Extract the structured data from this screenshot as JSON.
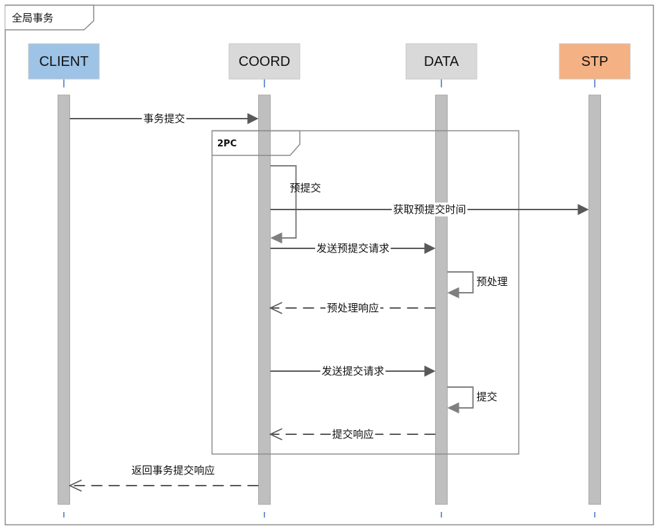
{
  "diagram": {
    "type": "sequence",
    "outer_frame": {
      "title": "全局事务"
    },
    "participants": [
      {
        "id": "client",
        "label": "CLIENT",
        "color": "#9dc3e6"
      },
      {
        "id": "coord",
        "label": "COORD",
        "color": "#d9d9d9"
      },
      {
        "id": "data",
        "label": "DATA",
        "color": "#d9d9d9"
      },
      {
        "id": "stp",
        "label": "STP",
        "color": "#f4b183"
      }
    ],
    "fragment": {
      "title": "2PC",
      "covers": [
        "coord",
        "data"
      ]
    },
    "messages": [
      {
        "from": "client",
        "to": "coord",
        "label": "事务提交",
        "style": "sync"
      },
      {
        "from": "coord",
        "to": "coord",
        "label": "预提交",
        "style": "self"
      },
      {
        "from": "coord",
        "to": "stp",
        "label": "获取预提交时间",
        "style": "sync"
      },
      {
        "from": "coord",
        "to": "data",
        "label": "发送预提交请求",
        "style": "sync"
      },
      {
        "from": "data",
        "to": "data",
        "label": "预处理",
        "style": "self"
      },
      {
        "from": "data",
        "to": "coord",
        "label": "预处理响应",
        "style": "reply"
      },
      {
        "from": "coord",
        "to": "data",
        "label": "发送提交请求",
        "style": "sync"
      },
      {
        "from": "data",
        "to": "data",
        "label": "提交",
        "style": "self"
      },
      {
        "from": "data",
        "to": "coord",
        "label": "提交响应",
        "style": "reply"
      },
      {
        "from": "coord",
        "to": "client",
        "label": "返回事务提交响应",
        "style": "reply"
      }
    ],
    "colors": {
      "frame": "#8c8c8c",
      "lifeline_bar": "#bfbfbf",
      "lifeline_bar_border": "#a6a6a6",
      "lifeline_dash": "#4472c4",
      "arrow": "#595959",
      "self_arrow": "#7f7f7f"
    }
  }
}
